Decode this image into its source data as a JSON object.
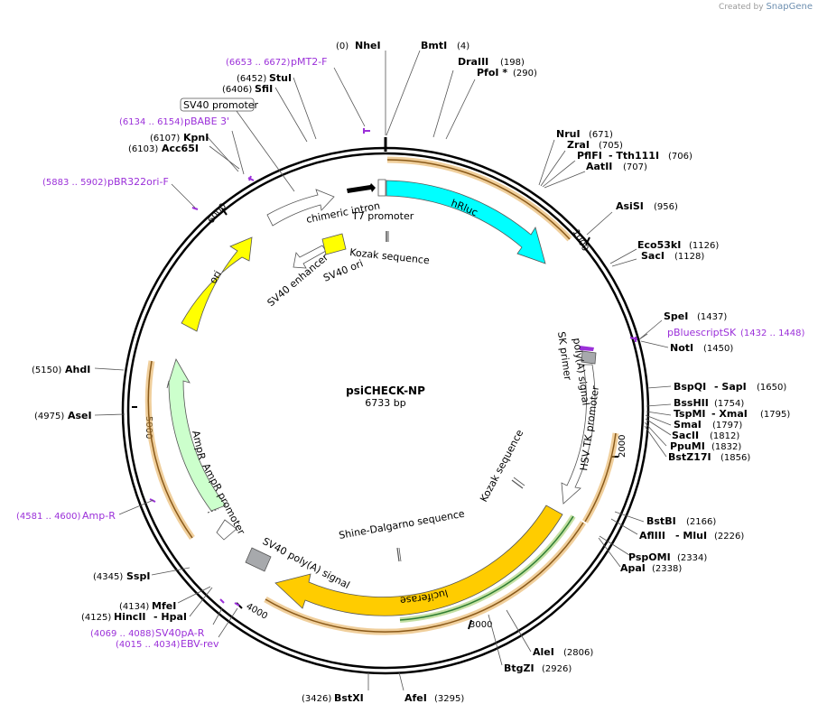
{
  "credit": {
    "prefix": "Created by",
    "brand": "SnapGene"
  },
  "plasmid": {
    "name": "psiCHECK-NP",
    "length": "6733 bp",
    "total_bp": 6733
  },
  "ticks": [
    {
      "bp": 1000,
      "label": "1000"
    },
    {
      "bp": 2000,
      "label": "2000"
    },
    {
      "bp": 3000,
      "label": "3000"
    },
    {
      "bp": 4000,
      "label": "4000"
    },
    {
      "bp": 5000,
      "label": "5000"
    },
    {
      "bp": 6000,
      "label": "6000"
    }
  ],
  "enzymes": [
    {
      "name": "NheI",
      "pos": "(0)"
    },
    {
      "name": "BmtI",
      "pos": "(4)"
    },
    {
      "name": "DraIII",
      "pos": "(198)"
    },
    {
      "name": "PfoI *",
      "pos": "(290)"
    },
    {
      "name": "NruI",
      "pos": "(671)"
    },
    {
      "name": "ZraI",
      "pos": "(705)"
    },
    {
      "name": "PflFI",
      "pos": ""
    },
    {
      "name": "- Tth111I",
      "pos": "(706)"
    },
    {
      "name": "AatII",
      "pos": "(707)"
    },
    {
      "name": "AsiSI",
      "pos": "(956)"
    },
    {
      "name": "Eco53kI",
      "pos": "(1126)"
    },
    {
      "name": "SacI",
      "pos": "(1128)"
    },
    {
      "name": "SpeI",
      "pos": "(1437)"
    },
    {
      "name": "NotI",
      "pos": "(1450)"
    },
    {
      "name": "BspQI",
      "pos": ""
    },
    {
      "name": "- SapI",
      "pos": "(1650)"
    },
    {
      "name": "BssHII",
      "pos": "(1754)"
    },
    {
      "name": "TspMI",
      "pos": ""
    },
    {
      "name": "- XmaI",
      "pos": "(1795)"
    },
    {
      "name": "SmaI",
      "pos": "(1797)"
    },
    {
      "name": "SacII",
      "pos": "(1812)"
    },
    {
      "name": "PpuMI",
      "pos": "(1832)"
    },
    {
      "name": "BstZ17I",
      "pos": "(1856)"
    },
    {
      "name": "BstBI",
      "pos": "(2166)"
    },
    {
      "name": "AflIII",
      "pos": ""
    },
    {
      "name": "- MluI",
      "pos": "(2226)"
    },
    {
      "name": "PspOMI",
      "pos": "(2334)"
    },
    {
      "name": "ApaI",
      "pos": "(2338)"
    },
    {
      "name": "AleI",
      "pos": "(2806)"
    },
    {
      "name": "BtgZI",
      "pos": "(2926)"
    },
    {
      "name": "AfeI",
      "pos": "(3295)"
    },
    {
      "name": "BstXI",
      "pos": "(3426)"
    },
    {
      "name": "SspI",
      "pos": "(4345)"
    },
    {
      "name": "MfeI",
      "pos": "(4134)"
    },
    {
      "name": "HincII",
      "pos": "(4125)"
    },
    {
      "name": "- HpaI",
      "pos": ""
    },
    {
      "name": "AseI",
      "pos": "(4975)"
    },
    {
      "name": "AhdI",
      "pos": "(5150)"
    },
    {
      "name": "Acc65I",
      "pos": "(6103)"
    },
    {
      "name": "KpnI",
      "pos": "(6107)"
    },
    {
      "name": "SfiI",
      "pos": "(6406)"
    },
    {
      "name": "StuI",
      "pos": "(6452)"
    }
  ],
  "primers": [
    {
      "name": "pMT2-F",
      "range": "(6653 .. 6672)"
    },
    {
      "name": "pBABE 3'",
      "range": "(6134 .. 6154)"
    },
    {
      "name": "pBR322ori-F",
      "range": "(5883 .. 5902)"
    },
    {
      "name": "pBluescriptSK",
      "range": "(1432 .. 1448)"
    },
    {
      "name": "Amp-R",
      "range": "(4581 .. 4600)"
    },
    {
      "name": "SV40pA-R",
      "range": "(4069 .. 4088)"
    },
    {
      "name": "EBV-rev",
      "range": "(4015 .. 4034)"
    }
  ],
  "features": {
    "hRluc": "hRluc",
    "luciferase": "luciferase",
    "ori": "ori",
    "AmpR": "AmpR",
    "AmpR_promoter": "AmpR promoter",
    "HSV_TK_promoter": "HSV TK promoter",
    "polyA": "poly(A) signal",
    "SK_primer": "SK primer",
    "SV40_polyA": "SV40 poly(A) signal",
    "chimeric_intron": "chimeric intron",
    "T7_promoter": "T7 promoter",
    "Kozak_1": "Kozak sequence",
    "Kozak_2": "Kozak sequence",
    "SV40_enhancer": "SV40 enhancer",
    "SV40_ori": "SV40 ori",
    "SV40_promoter": "SV40 promoter",
    "Shine_Dalgarno": "Shine-Dalgarno sequence"
  },
  "colors": {
    "hRluc": "#00ffff",
    "luciferase": "#ffcc00",
    "ori": "#ffff00",
    "AmpR": "#ccffcc",
    "primer": "#9b30d9",
    "orf": "#e3a74a",
    "orf_green": "#3cb043",
    "gray_box": "#a7a9ac"
  }
}
